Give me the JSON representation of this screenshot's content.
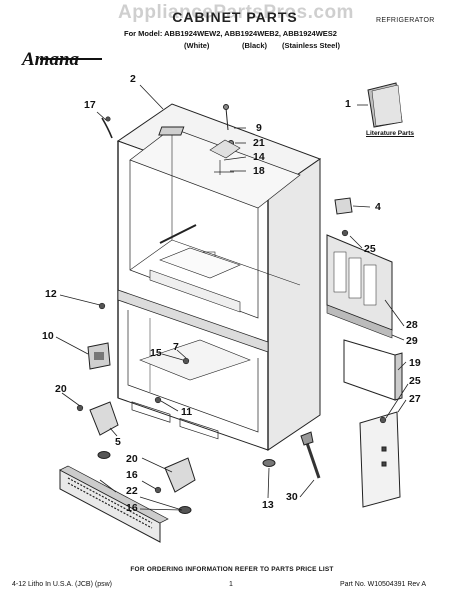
{
  "watermark": "AppliancePartsPros.com",
  "title": "CABINET PARTS",
  "category": "REFRIGERATOR",
  "models_line": "For Model: ABB1924WEW2, ABB1924WEB2, ABB1924WES2",
  "variants": [
    "(White)",
    "(Black)",
    "(Stainless Steel)"
  ],
  "brand": "Amana",
  "literature_label": "Literature Parts",
  "callouts": {
    "c2": "2",
    "c17": "17",
    "c9": "9",
    "c21": "21",
    "c14": "14",
    "c18": "18",
    "c1": "1",
    "c4": "4",
    "c25a": "25",
    "c12": "12",
    "c10": "10",
    "c15": "15",
    "c7": "7",
    "c28": "28",
    "c29": "29",
    "c19": "19",
    "c25b": "25",
    "c27": "27",
    "c20a": "20",
    "c11": "11",
    "c5": "5",
    "c20b": "20",
    "c16a": "16",
    "c22": "22",
    "c16b": "16",
    "c13": "13",
    "c30": "30"
  },
  "footer": {
    "note": "FOR ORDERING INFORMATION REFER TO PARTS PRICE LIST",
    "litho": "4-12 Litho In U.S.A. (JCB) (psw)",
    "page": "1",
    "part_no": "Part No. W10504391 Rev A"
  }
}
